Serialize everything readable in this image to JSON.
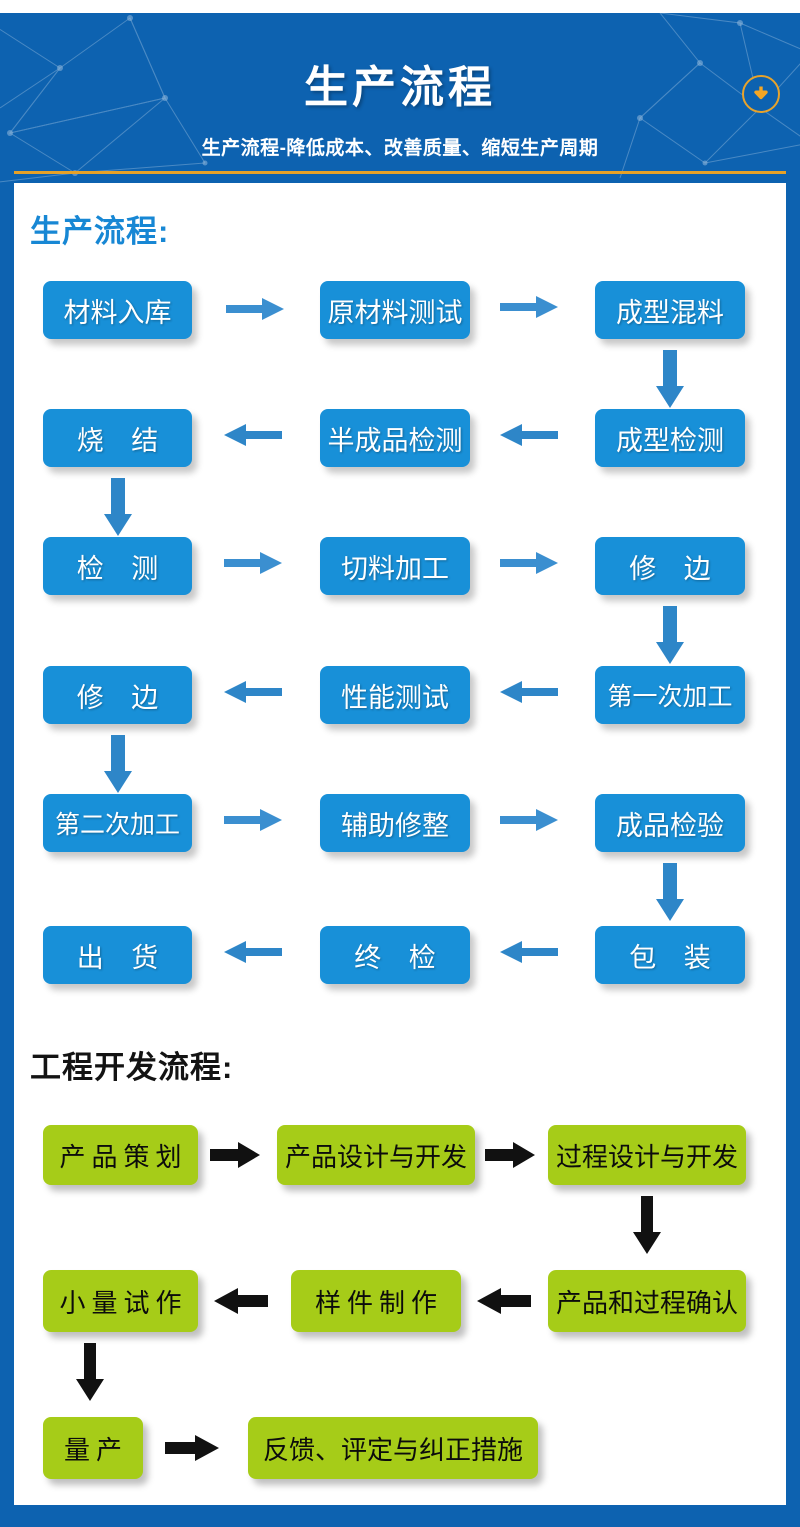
{
  "header": {
    "title": "生产流程",
    "subtitle": "生产流程-降低成本、改善质量、缩短生产周期",
    "download_icon": "download-arrow-icon",
    "bg_color": "#0d62b0",
    "rule_color": "#e6a127",
    "badge_color": "#e8a32b"
  },
  "sections": [
    {
      "heading": "生产流程:",
      "heading_color": "#1787d4",
      "box_color": "#1890d8",
      "text_color": "#ffffff",
      "arrow_color": "#2e86c8",
      "rows": [
        {
          "direction": "right",
          "boxes": [
            "材料入库",
            "原材料测试",
            "成型混料"
          ]
        },
        {
          "direction": "left",
          "boxes": [
            "烧 结",
            "半成品检测",
            "成型检测"
          ]
        },
        {
          "direction": "right",
          "boxes": [
            "检 测",
            "切料加工",
            "修 边"
          ]
        },
        {
          "direction": "left",
          "boxes": [
            "修 边",
            "性能测试",
            "第一次加工"
          ]
        },
        {
          "direction": "right",
          "boxes": [
            "第二次加工",
            "辅助修整",
            "成品检验"
          ]
        },
        {
          "direction": "left",
          "boxes": [
            "出 货",
            "终 检",
            "包 装"
          ]
        }
      ]
    },
    {
      "heading": "工程开发流程:",
      "heading_color": "#131313",
      "box_color": "#a6cc18",
      "text_color": "#0c0c0c",
      "arrow_color": "#111111",
      "rows": [
        {
          "direction": "right",
          "boxes": [
            "产品策划",
            "产品设计与开发",
            "过程设计与开发"
          ]
        },
        {
          "direction": "left",
          "boxes": [
            "小量试作",
            "样件制作",
            "产品和过程确认"
          ]
        },
        {
          "direction": "right",
          "boxes": [
            "量产",
            "反馈、评定与纠正措施"
          ]
        }
      ]
    }
  ]
}
